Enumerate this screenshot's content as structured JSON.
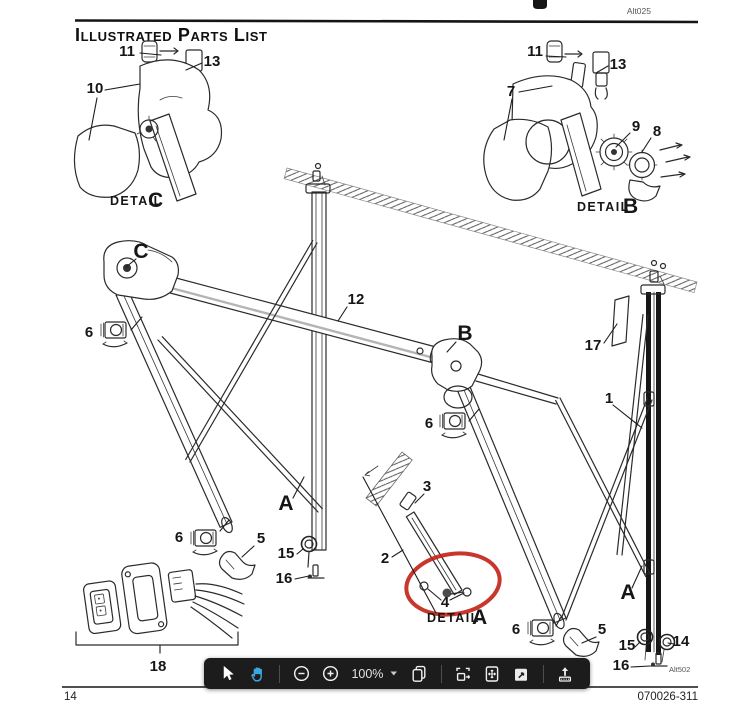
{
  "header": {
    "title": "Illustrated Parts List",
    "corner_tag": "Alt025"
  },
  "footer": {
    "page_number": "14",
    "doc_number": "070026-311"
  },
  "diagram": {
    "figure_tag": "Alt502",
    "highlight_color": "#c32015",
    "part_labels": [
      "11",
      "13",
      "10",
      "11",
      "13",
      "7",
      "9",
      "8",
      "C",
      "12",
      "B",
      "17",
      "1",
      "6",
      "6",
      "6",
      "6",
      "A",
      "5",
      "15",
      "16",
      "2",
      "3",
      "4",
      "A",
      "5",
      "15",
      "14",
      "16",
      "18"
    ],
    "details": [
      {
        "word": "DETAIL",
        "letter": "C"
      },
      {
        "word": "DETAIL",
        "letter": "B"
      },
      {
        "word": "DETAIL",
        "letter": "A"
      }
    ]
  },
  "toolbar": {
    "zoom_level": "100%",
    "active_tool": "pan",
    "tools": [
      "select",
      "pan",
      "zoom-out",
      "zoom-in",
      "zoom-level",
      "copy-page",
      "fit-width",
      "fit-page",
      "fullscreen",
      "upload"
    ]
  }
}
